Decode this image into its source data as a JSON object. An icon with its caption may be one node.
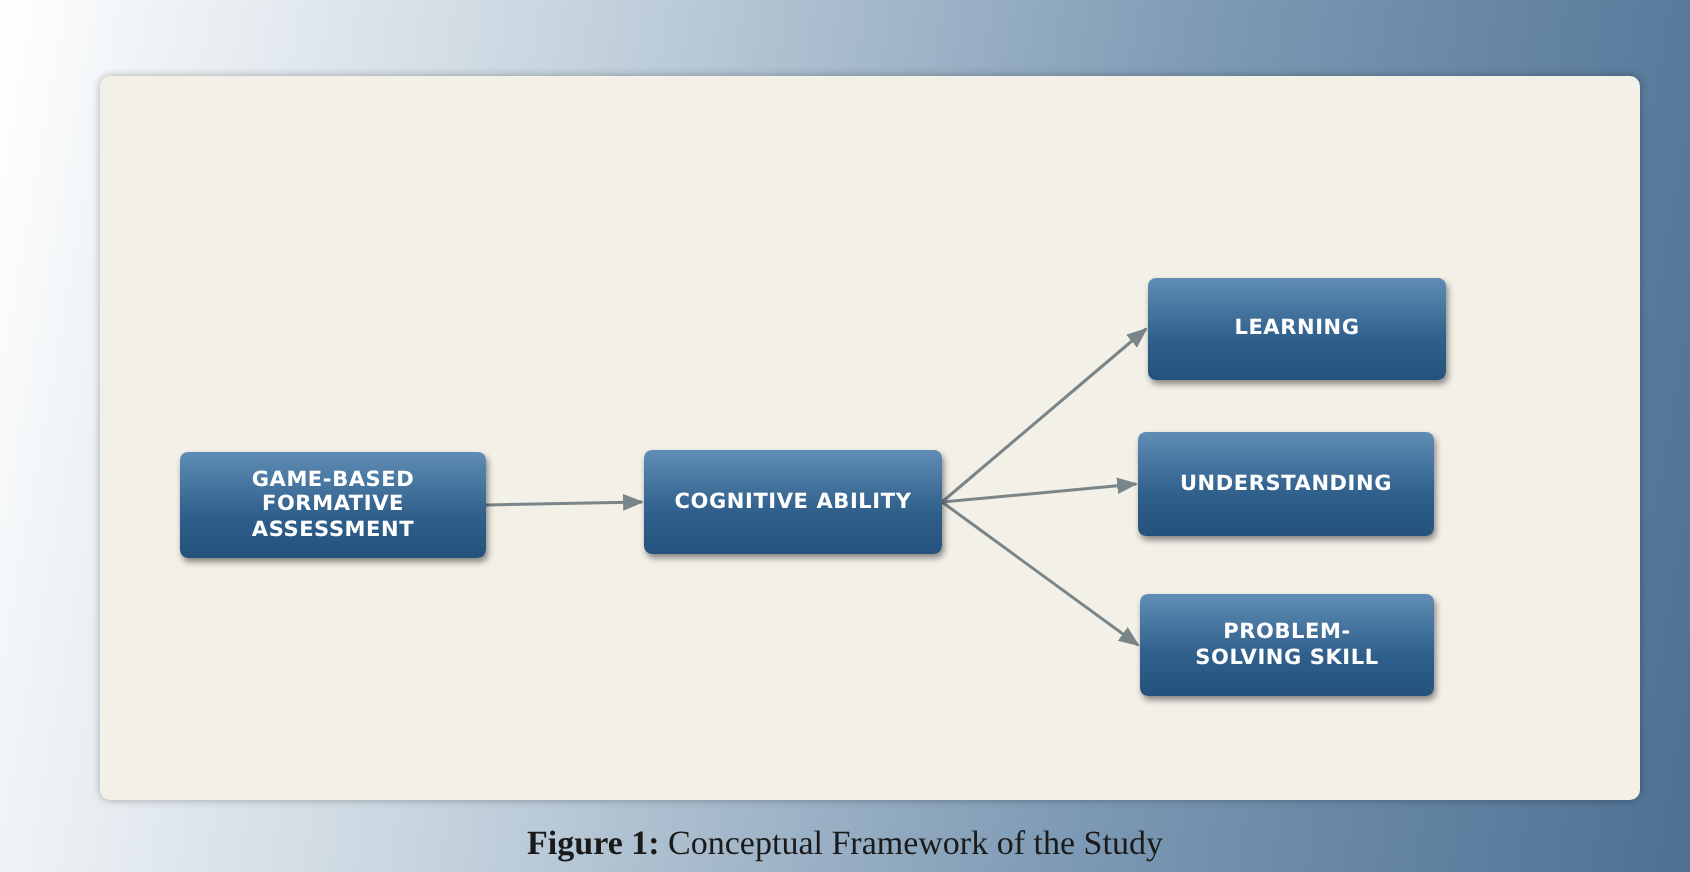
{
  "diagram": {
    "caption": "**Figure 1:** Conceptual Framework of the Study",
    "nodes": [
      {
        "text": [
          "GAME-BASED FORMATIVE ASSESSMENT"
        ]
      },
      {
        "text": [
          "COGNITIVE ABILITY"
        ]
      },
      {
        "text": [
          "LEARNING"
        ]
      },
      {
        "text": [
          "UNDERSTANDING"
        ]
      },
      {
        "text": [
          "PROBLEM-SOLVING SKILL"
        ]
      }
    ],
    "edges": [
      {
        "from": 0,
        "to": 1,
        "arrow": "to"
      },
      {
        "from": 1,
        "to": 2,
        "arrow": "to"
      },
      {
        "from": 1,
        "to": 3,
        "arrow": "to"
      },
      {
        "from": 1,
        "to": 4,
        "arrow": "to"
      }
    ]
  }
}
